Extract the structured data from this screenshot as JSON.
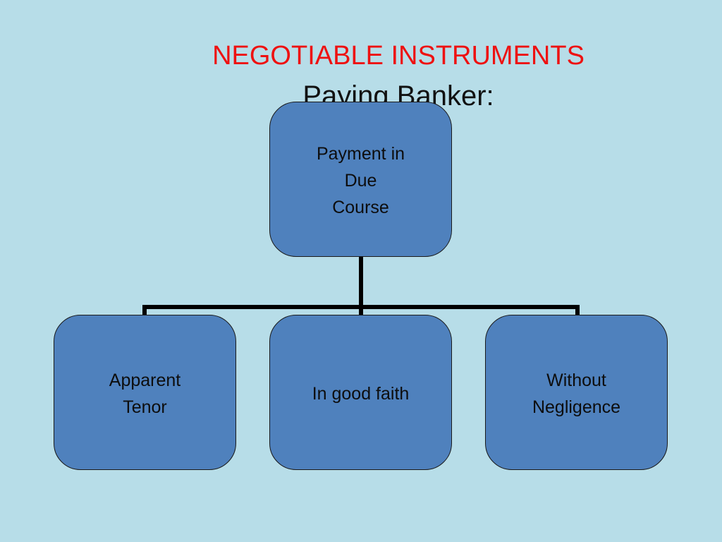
{
  "slide": {
    "title": "NEGOTIABLE INSTRUMENTS",
    "subtitle": "Paying Banker:"
  },
  "diagram": {
    "root": {
      "lines": [
        "Payment in",
        "Due",
        "Course"
      ]
    },
    "children": [
      {
        "lines": [
          "Apparent",
          "Tenor"
        ]
      },
      {
        "lines": [
          "In good faith"
        ]
      },
      {
        "lines": [
          "Without",
          "Negligence"
        ]
      }
    ]
  },
  "colors": {
    "background": "#b7dde8",
    "node_fill": "#4f81bd",
    "title": "#ee1111",
    "connector": "#000000"
  }
}
